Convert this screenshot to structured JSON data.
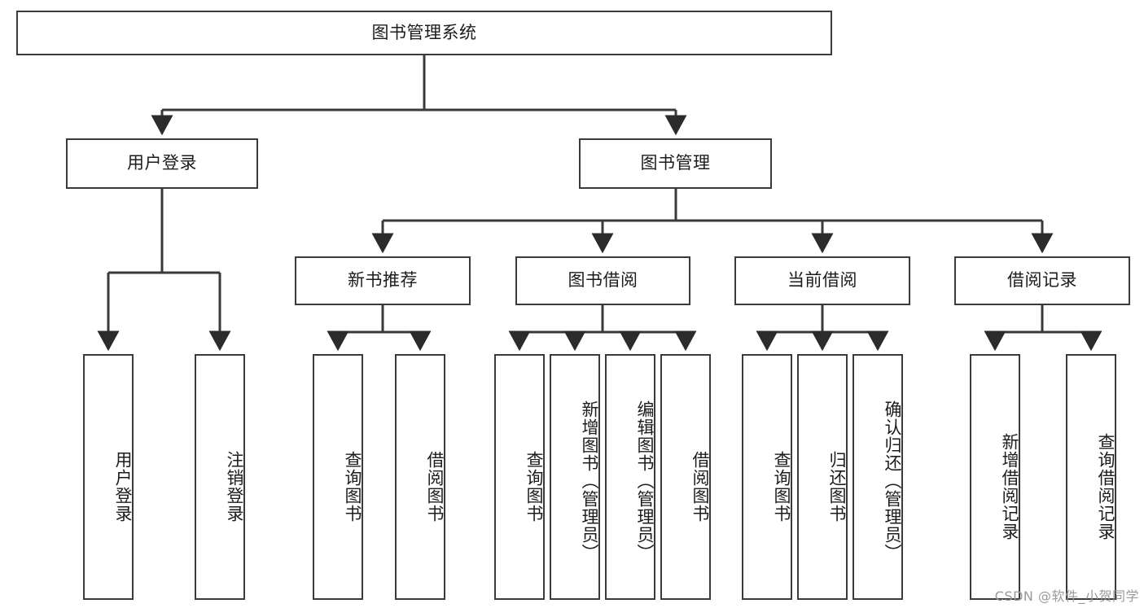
{
  "diagram": {
    "title": "图书管理系统",
    "type": "tree-hierarchy-chart",
    "root": {
      "id": "root",
      "label": "图书管理系统",
      "orientation": "horizontal"
    },
    "level2": [
      {
        "id": "user-login",
        "label": "用户登录",
        "orientation": "horizontal"
      },
      {
        "id": "book-manage",
        "label": "图书管理",
        "orientation": "horizontal"
      }
    ],
    "level3": [
      {
        "id": "new-book-rec",
        "label": "新书推荐",
        "orientation": "horizontal"
      },
      {
        "id": "book-borrow",
        "label": "图书借阅",
        "orientation": "horizontal"
      },
      {
        "id": "current-borrow",
        "label": "当前借阅",
        "orientation": "horizontal"
      },
      {
        "id": "borrow-record",
        "label": "借阅记录",
        "orientation": "horizontal"
      }
    ],
    "leaves": [
      {
        "id": "leaf-user-login",
        "label": "用户登录",
        "parent": "user-login",
        "orientation": "vertical"
      },
      {
        "id": "leaf-logout",
        "label": "注销登录",
        "parent": "user-login",
        "orientation": "vertical"
      },
      {
        "id": "leaf-query-book-1",
        "label": "查询图书",
        "parent": "new-book-rec",
        "orientation": "vertical"
      },
      {
        "id": "leaf-borrow-book-1",
        "label": "借阅图书",
        "parent": "new-book-rec",
        "orientation": "vertical"
      },
      {
        "id": "leaf-query-book-2",
        "label": "查询图书",
        "parent": "book-borrow",
        "orientation": "vertical"
      },
      {
        "id": "leaf-add-book",
        "label": "新增图书（管理员）",
        "parent": "book-borrow",
        "orientation": "vertical"
      },
      {
        "id": "leaf-edit-book",
        "label": "编辑图书（管理员）",
        "parent": "book-borrow",
        "orientation": "vertical"
      },
      {
        "id": "leaf-borrow-book-2",
        "label": "借阅图书",
        "parent": "book-borrow",
        "orientation": "vertical"
      },
      {
        "id": "leaf-query-book-3",
        "label": "查询图书",
        "parent": "current-borrow",
        "orientation": "vertical"
      },
      {
        "id": "leaf-return-book",
        "label": "归还图书",
        "parent": "current-borrow",
        "orientation": "vertical"
      },
      {
        "id": "leaf-confirm-return",
        "label": "确认归还（管理员）",
        "parent": "current-borrow",
        "orientation": "vertical"
      },
      {
        "id": "leaf-add-record",
        "label": "新增借阅记录",
        "parent": "borrow-record",
        "orientation": "vertical"
      },
      {
        "id": "leaf-query-record",
        "label": "查询借阅记录",
        "parent": "borrow-record",
        "orientation": "vertical"
      }
    ],
    "watermark": "CSDN @软件_小贺同学",
    "colors": {
      "stroke": "#3a3a3a",
      "fill": "#ffffff",
      "text": "#1c1c1c",
      "watermark": "#9a9a9a"
    }
  }
}
